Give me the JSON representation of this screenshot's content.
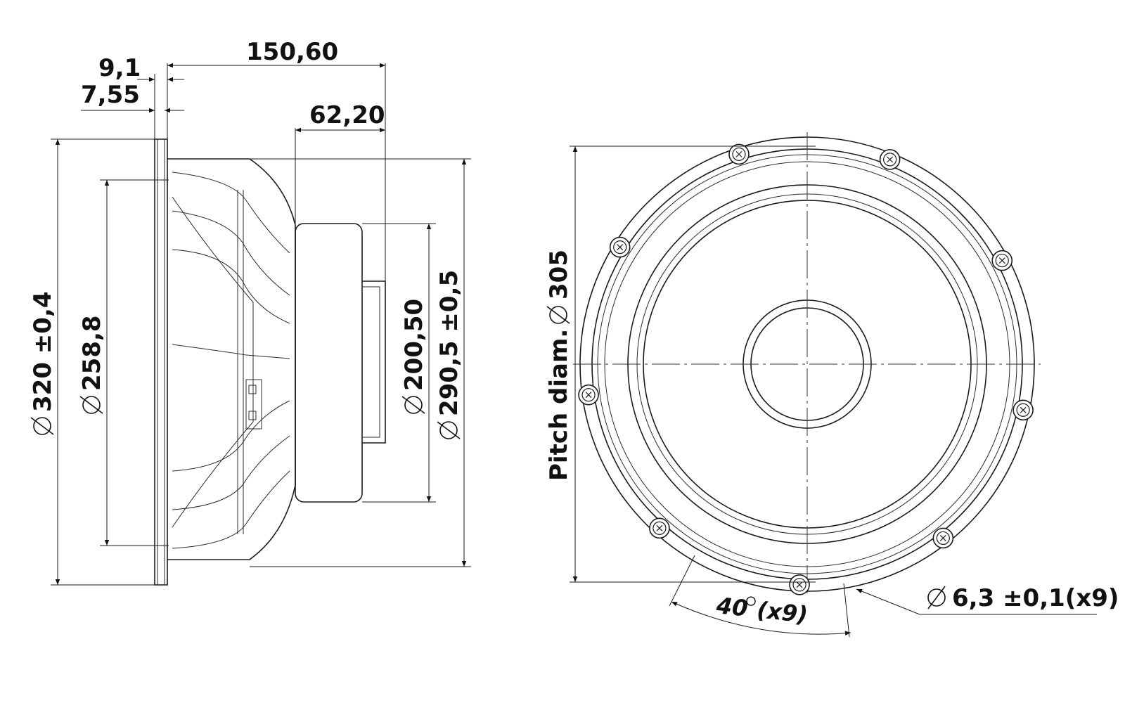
{
  "dimensions": {
    "flange_thickness": "9,1",
    "flange_offset": "7,55",
    "overall_depth": "150,60",
    "magnet_depth": "62,20",
    "outer_diameter": "320 ±0,4",
    "cone_diameter": "258,8",
    "magnet_diameter": "200,50",
    "baffle_cutout": "290,5 ±0,5",
    "pitch_label": "Pitch diam.",
    "pitch_diameter": "305",
    "hole_diameter": "6,3 ±0,1(x9)",
    "hole_angle_value": "40",
    "hole_angle_count": "(x9)"
  },
  "symbols": {
    "diameter": "diameter-symbol",
    "degree": "degree-symbol"
  },
  "colors": {
    "line": "#1a1a1a",
    "background": "#ffffff"
  },
  "mounting_holes": {
    "count": 9,
    "spacing_deg": 40
  }
}
